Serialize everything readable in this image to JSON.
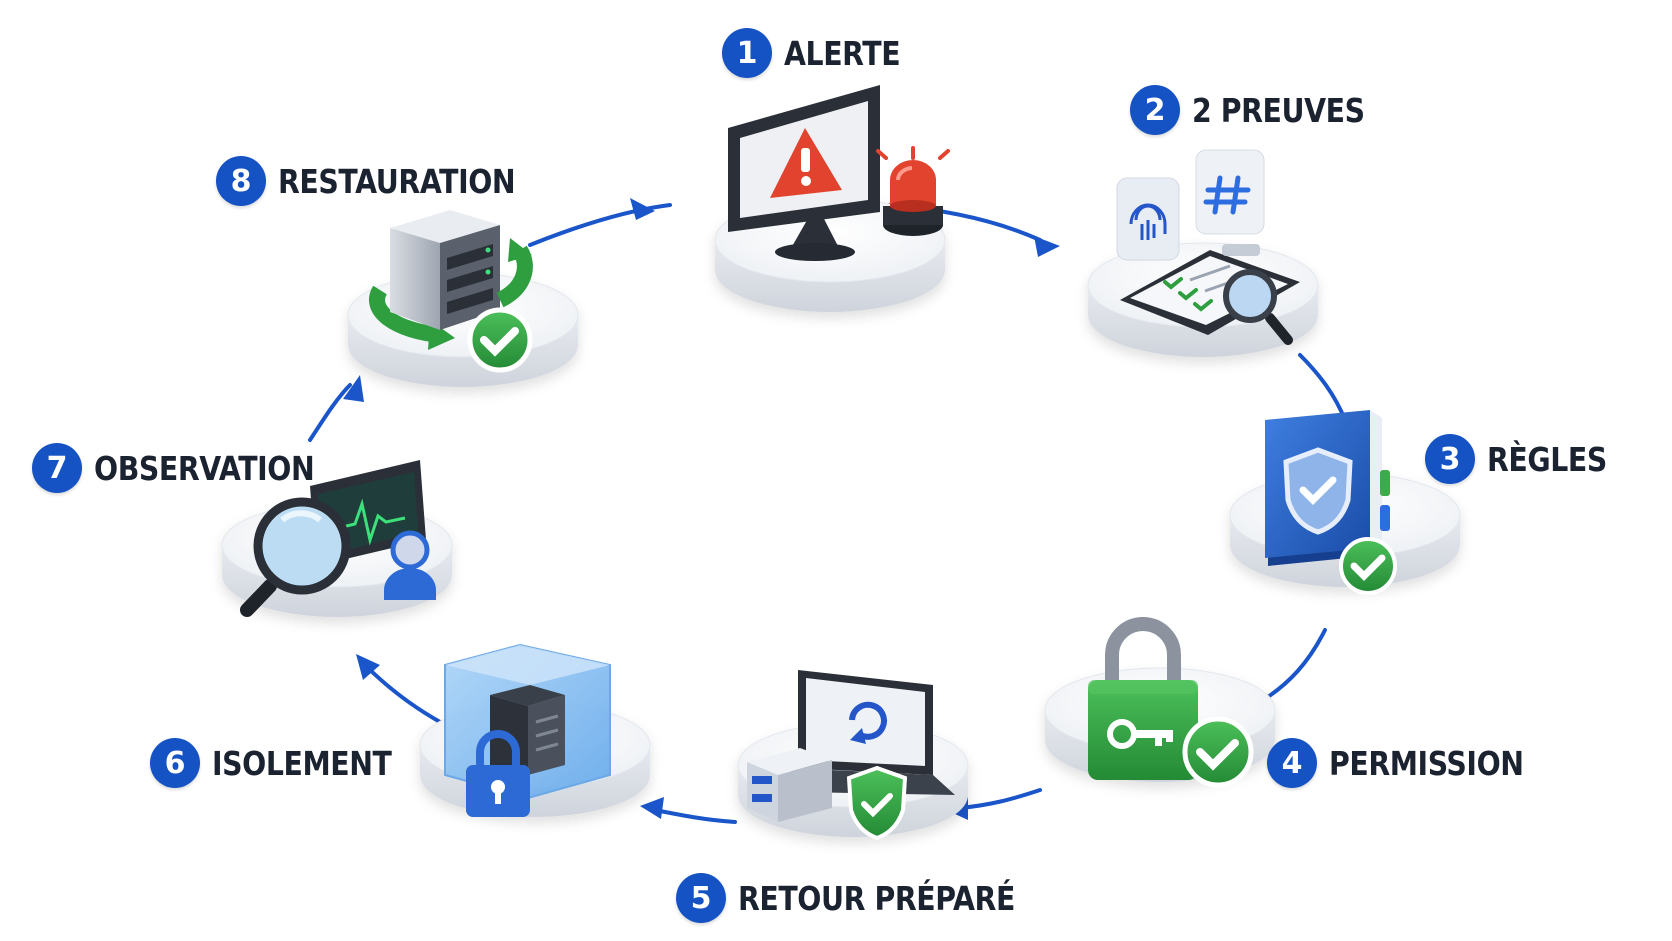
{
  "steps": [
    {
      "number": "1",
      "label": "ALERTE",
      "icon": "alert-monitor-icon"
    },
    {
      "number": "2",
      "label": "2 PREUVES",
      "icon": "evidence-clipboard-icon"
    },
    {
      "number": "3",
      "label": "RÈGLES",
      "icon": "rulebook-shield-icon"
    },
    {
      "number": "4",
      "label": "PERMISSION",
      "icon": "padlock-key-icon"
    },
    {
      "number": "5",
      "label": "RETOUR PRÉPARÉ",
      "icon": "laptop-restore-icon"
    },
    {
      "number": "6",
      "label": "ISOLEMENT",
      "icon": "isolated-server-icon"
    },
    {
      "number": "7",
      "label": "OBSERVATION",
      "icon": "monitor-magnifier-icon"
    },
    {
      "number": "8",
      "label": "RESTAURATION",
      "icon": "server-restore-icon"
    }
  ],
  "colors": {
    "badge": "#1553c4",
    "arrow": "#1a55c9",
    "label": "#1b2230",
    "success": "#2e9e3e",
    "alert": "#e2432f"
  }
}
